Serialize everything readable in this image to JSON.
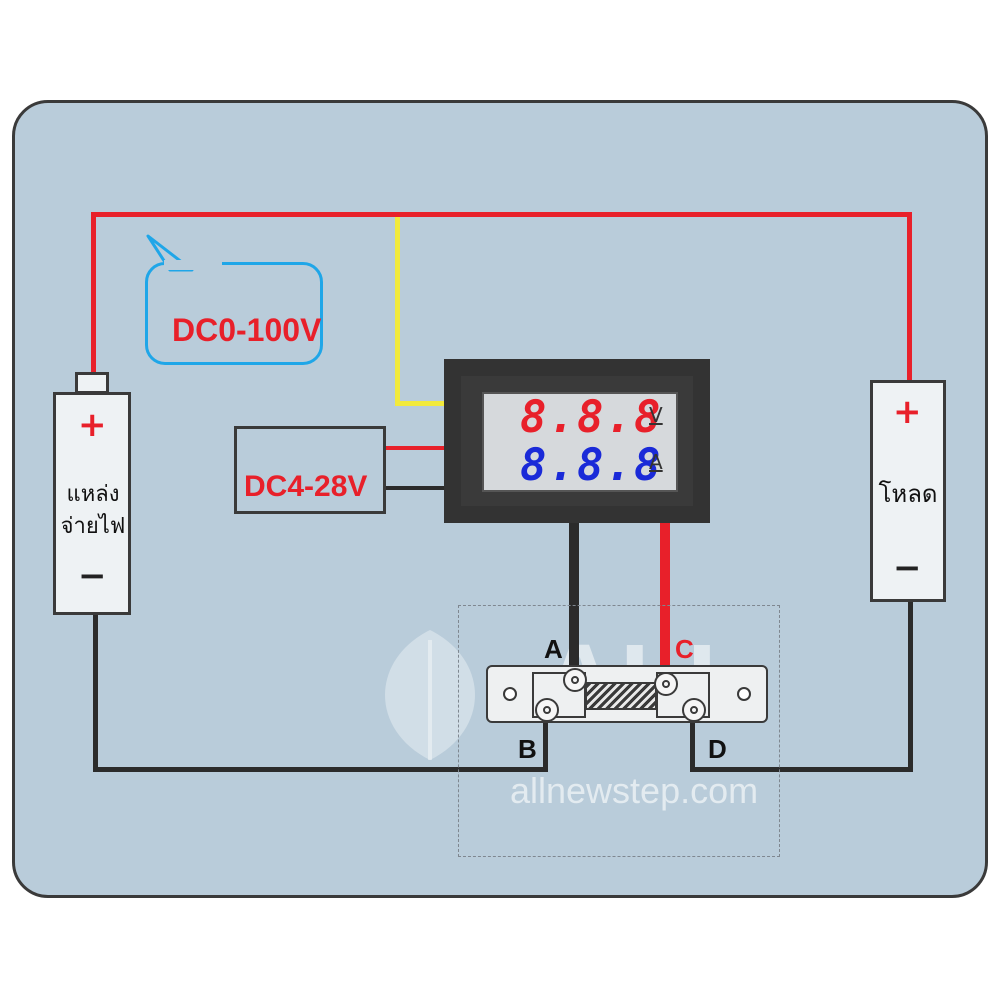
{
  "supply": {
    "plus": "+",
    "minus": "−",
    "label_line1": "แหล่ง",
    "label_line2": "จ่ายไฟ"
  },
  "load": {
    "plus": "+",
    "minus": "−",
    "label": "โหลด"
  },
  "measure_range": "DC0-100V",
  "aux_power": "DC4-28V",
  "meter": {
    "voltage_reading": "8.8.8",
    "voltage_unit": "V",
    "current_reading": "8.8.8",
    "current_unit": "A"
  },
  "terminals": {
    "a": "A",
    "b": "B",
    "c": "C",
    "d": "D"
  },
  "watermark": {
    "logo_text": "ALL",
    "site": "allnewstep.com"
  },
  "colors": {
    "positive_wire": "#e8202a",
    "negative_wire": "#2b2b2b",
    "sense_wire": "#f2ea3c",
    "board": "#b9ccda",
    "bubble": "#1fa6e8",
    "red_text": "#e8202a",
    "blue_text": "#1a2ad8"
  }
}
